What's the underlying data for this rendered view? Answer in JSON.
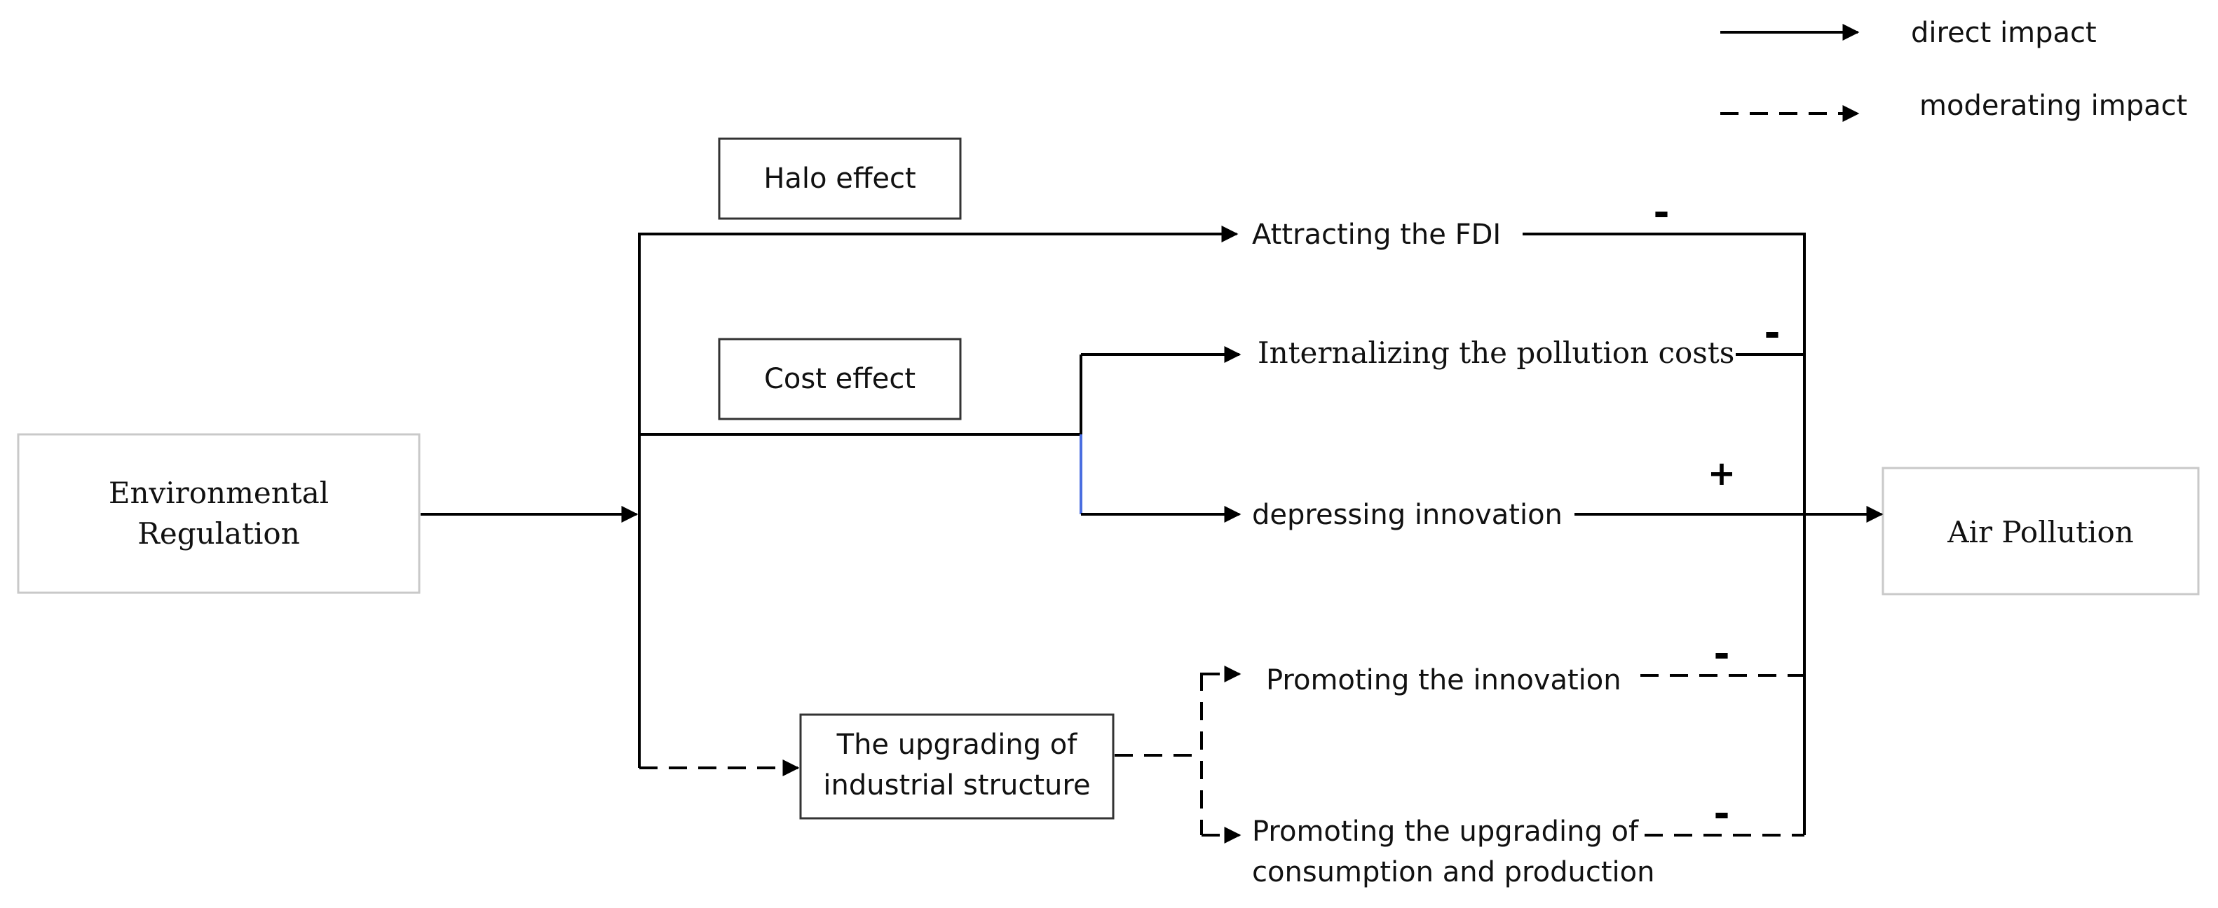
{
  "legend": {
    "direct": "direct impact",
    "moderating": "moderating impact"
  },
  "nodes": {
    "environmental_regulation": [
      "Environmental",
      "Regulation"
    ],
    "air_pollution": "Air Pollution",
    "halo_effect": "Halo effect",
    "cost_effect": "Cost effect",
    "industrial_structure": [
      "The upgrading of",
      "industrial structure"
    ]
  },
  "paths": {
    "attracting_fdi": "Attracting the FDI",
    "internalizing_costs": "Internalizing the pollution costs",
    "depressing_innovation": "depressing innovation",
    "promoting_innovation": "Promoting the innovation",
    "promoting_upgrading": [
      "Promoting the upgrading of",
      "consumption and production"
    ]
  },
  "signs": {
    "fdi": "-",
    "internalizing": "-",
    "depressing": "+",
    "promoting_innovation": "-",
    "promoting_upgrading": "-"
  }
}
